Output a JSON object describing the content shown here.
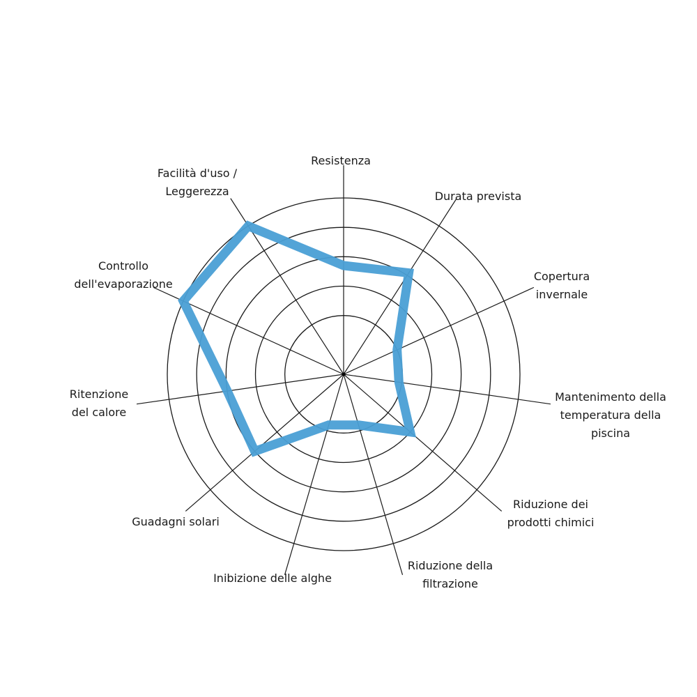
{
  "chart_data": {
    "type": "radar",
    "title": "",
    "axes": [
      {
        "label_lines": [
          "Resistenza"
        ],
        "value": 3.7
      },
      {
        "label_lines": [
          "Durata prevista"
        ],
        "value": 4.1
      },
      {
        "label_lines": [
          "Copertura",
          "invernale"
        ],
        "value": 2.0
      },
      {
        "label_lines": [
          "Mantenimento della",
          "temperatura della",
          "piscina"
        ],
        "value": 1.9
      },
      {
        "label_lines": [
          "Riduzione dei",
          "prodotti chimici"
        ],
        "value": 3.0
      },
      {
        "label_lines": [
          "Riduzione della",
          "filtrazione"
        ],
        "value": 1.8
      },
      {
        "label_lines": [
          "Inibizione delle alghe"
        ],
        "value": 1.8
      },
      {
        "label_lines": [
          "Guadagni solari"
        ],
        "value": 4.0
      },
      {
        "label_lines": [
          "Ritenzione",
          "del calore"
        ],
        "value": 4.0
      },
      {
        "label_lines": [
          "Controllo",
          "dell'evaporazione"
        ],
        "value": 6.0
      },
      {
        "label_lines": [
          "Facilità d'uso /",
          "Leggerezza"
        ],
        "value": 6.0
      }
    ],
    "rings": [
      2,
      3,
      4,
      5,
      6
    ],
    "rlim": [
      0,
      6
    ],
    "series_color": "#4a9fd5",
    "grid_color": "#1a1a1a"
  }
}
